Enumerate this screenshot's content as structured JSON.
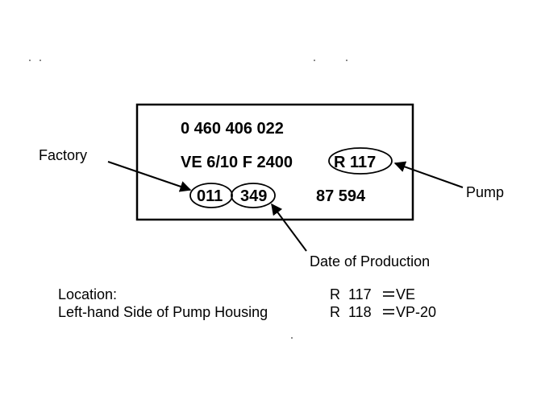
{
  "plate": {
    "line1": "0 460 406 022",
    "line2": "VE 6/10 F 2400",
    "pump_code": "R 117",
    "factory_code": "011",
    "date_code": "349",
    "serial": "87 594"
  },
  "callouts": {
    "factory": "Factory",
    "pump": "Pump",
    "date": "Date of Production"
  },
  "legend": {
    "location_label": "Location:",
    "location_value": "Left-hand Side of Pump Housing",
    "r117_code": "R  117",
    "r117_value": "VE",
    "r118_code": "R  118",
    "r118_value": "VP-20"
  }
}
